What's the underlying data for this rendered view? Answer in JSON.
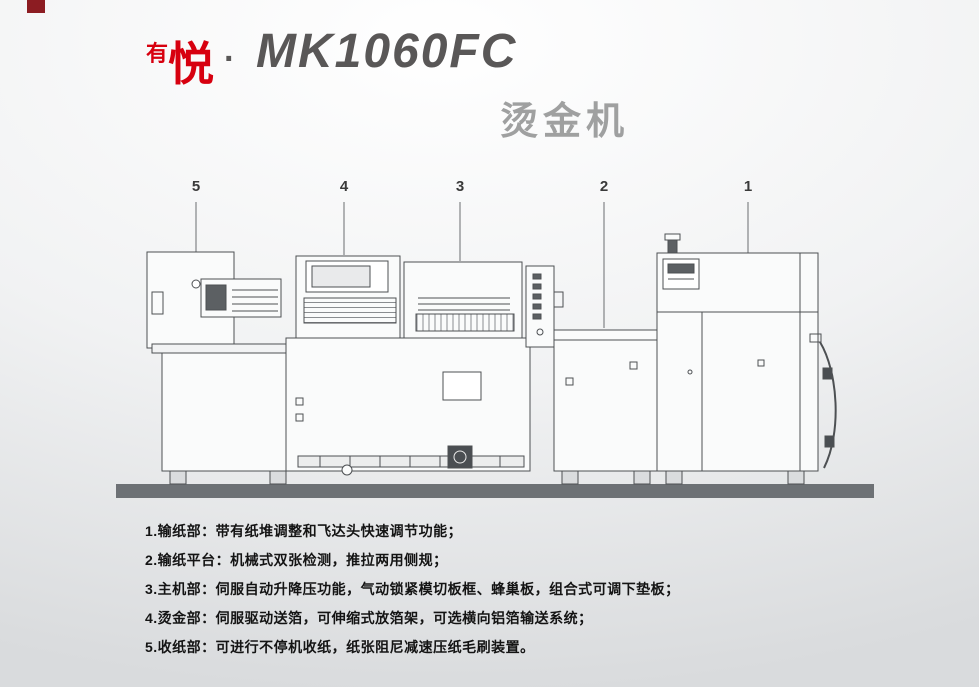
{
  "brand": {
    "prefix_small": "有",
    "prefix_large": "悦",
    "separator": "·",
    "model": "MK1060FC",
    "product_type": "烫金机"
  },
  "callouts": [
    {
      "label": "5"
    },
    {
      "label": "4"
    },
    {
      "label": "3"
    },
    {
      "label": "2"
    },
    {
      "label": "1"
    }
  ],
  "features": {
    "items": [
      "1.输纸部：带有纸堆调整和飞达头快速调节功能；",
      "2.输纸平台：机械式双张检测，推拉两用侧规；",
      "3.主机部：伺服自动升降压功能，气动锁紧模切板框、蜂巢板，组合式可调下垫板；",
      "4.烫金部：伺服驱动送箔，可伸缩式放箔架，可选横向铝箔输送系统；",
      "5.收纸部：可进行不停机收纸，纸张阻尼减速压纸毛刷装置。"
    ]
  },
  "colors": {
    "accent_red": "#d7000f",
    "model_gray": "#595757",
    "type_gray": "#9fa0a0",
    "ground_gray": "#6d7175",
    "line_gray": "#4d5053",
    "text_dark": "#141414"
  }
}
